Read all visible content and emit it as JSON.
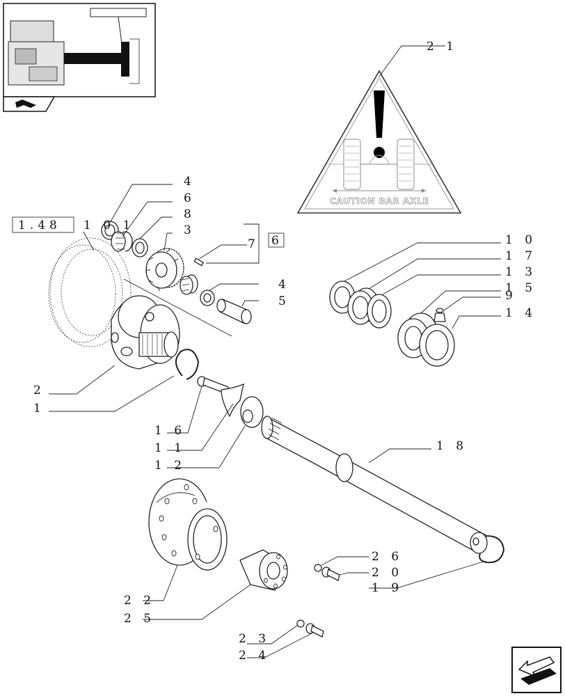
{
  "thumbnail": {
    "name": "overview-thumbnail"
  },
  "caution_label": "CAUTION BAR AXLE",
  "reference_box_left": "1.48",
  "reference_suffix": "1 0 1",
  "reference_box_right": "6",
  "callouts": {
    "c21": "2 1",
    "c4a": "4",
    "c6": "6",
    "c8": "8",
    "c3": "3",
    "c7": "7",
    "c4b": "4",
    "c5": "5",
    "c10": "1 0",
    "c17": "1 7",
    "c13": "1 3",
    "c15": "1 5",
    "c9": "9",
    "c14": "1 4",
    "c2": "2",
    "c1": "1",
    "c16": "1 6",
    "c11": "1 1",
    "c12": "1 2",
    "c18": "1 8",
    "c26": "2 6",
    "c20": "2 0",
    "c19": "1 9",
    "c22": "2 2",
    "c25": "2 5",
    "c23": "2 3",
    "c24": "2 4"
  },
  "icons": {
    "thumbnail_nav": "book-arrow-icon",
    "next_page": "next-arrow-icon"
  }
}
